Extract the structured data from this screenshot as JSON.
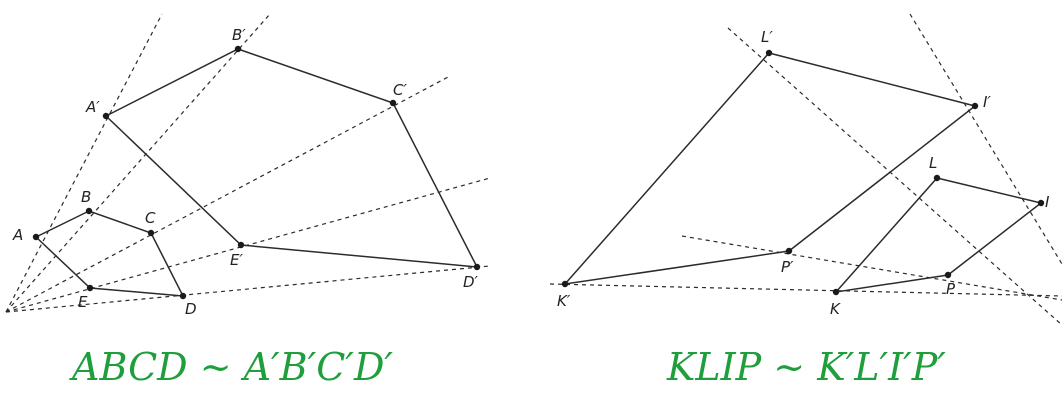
{
  "figure_left": {
    "points": [
      "A",
      "B",
      "C",
      "D",
      "E",
      "A′",
      "B′",
      "C′",
      "D′",
      "E′"
    ],
    "caption": "ABCD ∼ A′B′C′D′"
  },
  "figure_right": {
    "points": [
      "K",
      "L",
      "I",
      "P",
      "K′",
      "L′",
      "I′",
      "P′"
    ],
    "caption": "KLIP ∼ K′L′I′P′"
  },
  "colors": {
    "caption": "#1f9e3c",
    "lines": "#2b2b2b"
  }
}
